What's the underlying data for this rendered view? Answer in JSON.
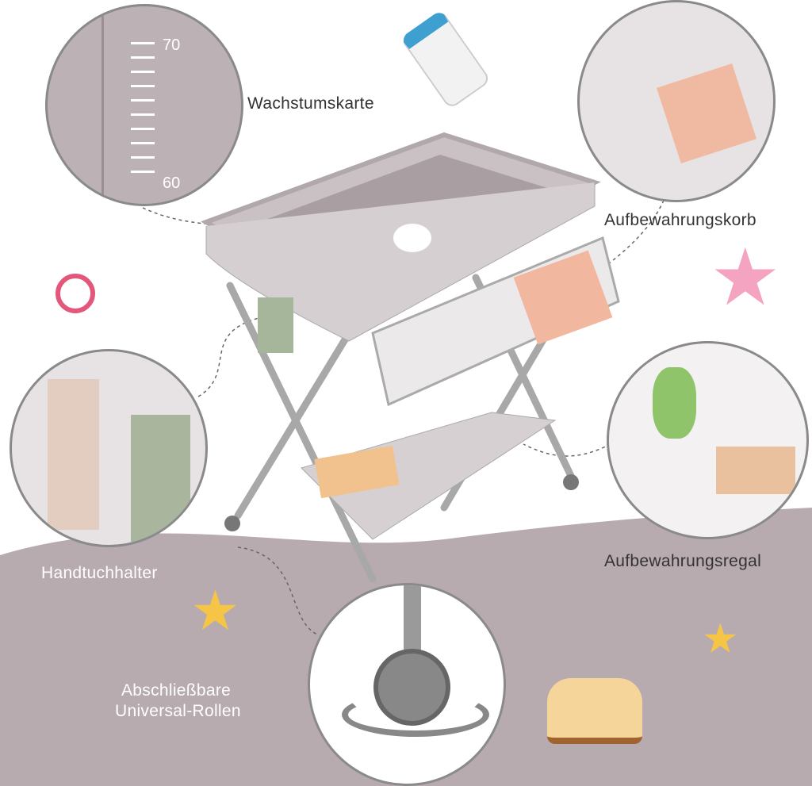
{
  "features": {
    "growth_chart": {
      "label": "Wachstumskarte",
      "ticks": [
        "70",
        "60"
      ]
    },
    "basket": {
      "label": "Aufbewahrungskorb"
    },
    "towel_rail": {
      "label": "Handtuchhalter"
    },
    "shelf": {
      "label": "Aufbewahrungsregal"
    },
    "wheels": {
      "line1": "Abschließbare",
      "line2": "Universal-Rollen"
    }
  },
  "colors": {
    "background_wave": "#b7abb0",
    "circle_border": "#8a8a8a",
    "table": "#cfc8ca"
  }
}
